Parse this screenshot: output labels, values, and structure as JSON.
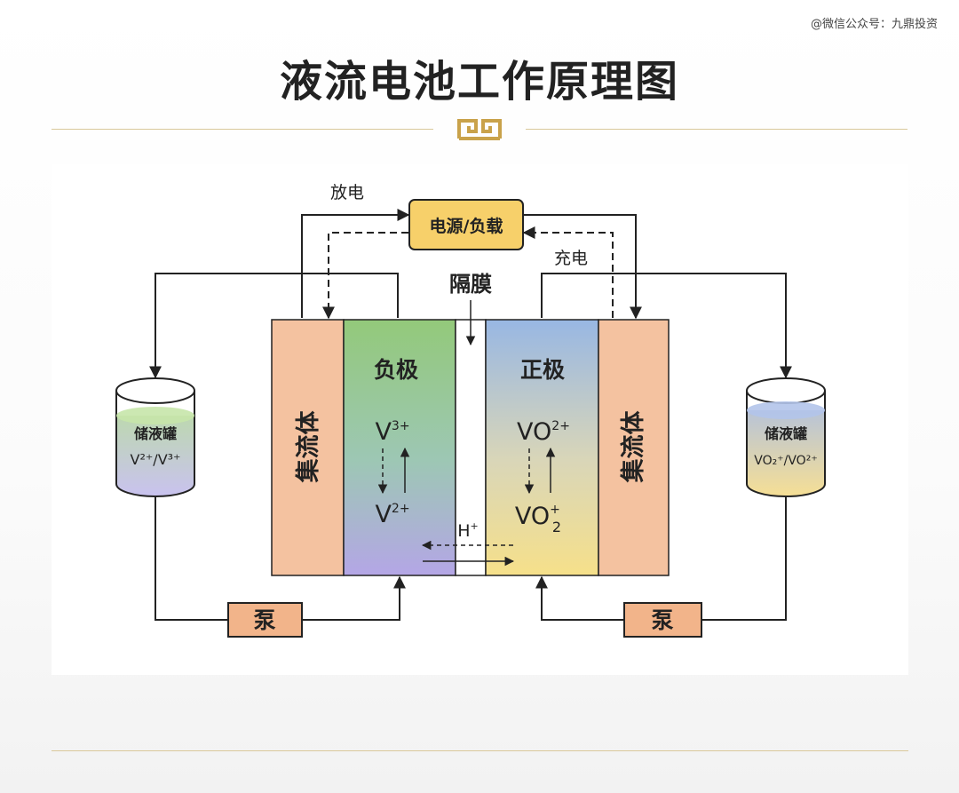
{
  "watermark": "@微信公众号：九鼎投资",
  "title": "液流电池工作原理图",
  "diagram": {
    "discharge_label": "放电",
    "charge_label": "充电",
    "power_load_label": "电源/负载",
    "membrane_label": "隔膜",
    "collector_left_label": "集流体",
    "collector_right_label": "集流体",
    "negative_electrode_label": "负极",
    "positive_electrode_label": "正极",
    "neg_species_top": "V",
    "neg_species_top_sup": "3+",
    "neg_species_bottom": "V",
    "neg_species_bottom_sup": "2+",
    "pos_species_top": "VO",
    "pos_species_top_sup": "2+",
    "pos_species_bottom": "VO",
    "pos_species_bottom_sup": "+",
    "pos_species_bottom_sub": "2",
    "proton_label": "H",
    "proton_sup": "+",
    "tank_left_label": "储液罐",
    "tank_left_species": "V²⁺/V³⁺",
    "tank_right_label": "储液罐",
    "tank_right_species": "VO₂⁺/VO²⁺",
    "pump_left_label": "泵",
    "pump_right_label": "泵"
  },
  "colors": {
    "accent_gold": "#c9a24a",
    "collector": "#f4c2a0",
    "power_box": "#f7d06a",
    "pump": "#f2b48a"
  }
}
